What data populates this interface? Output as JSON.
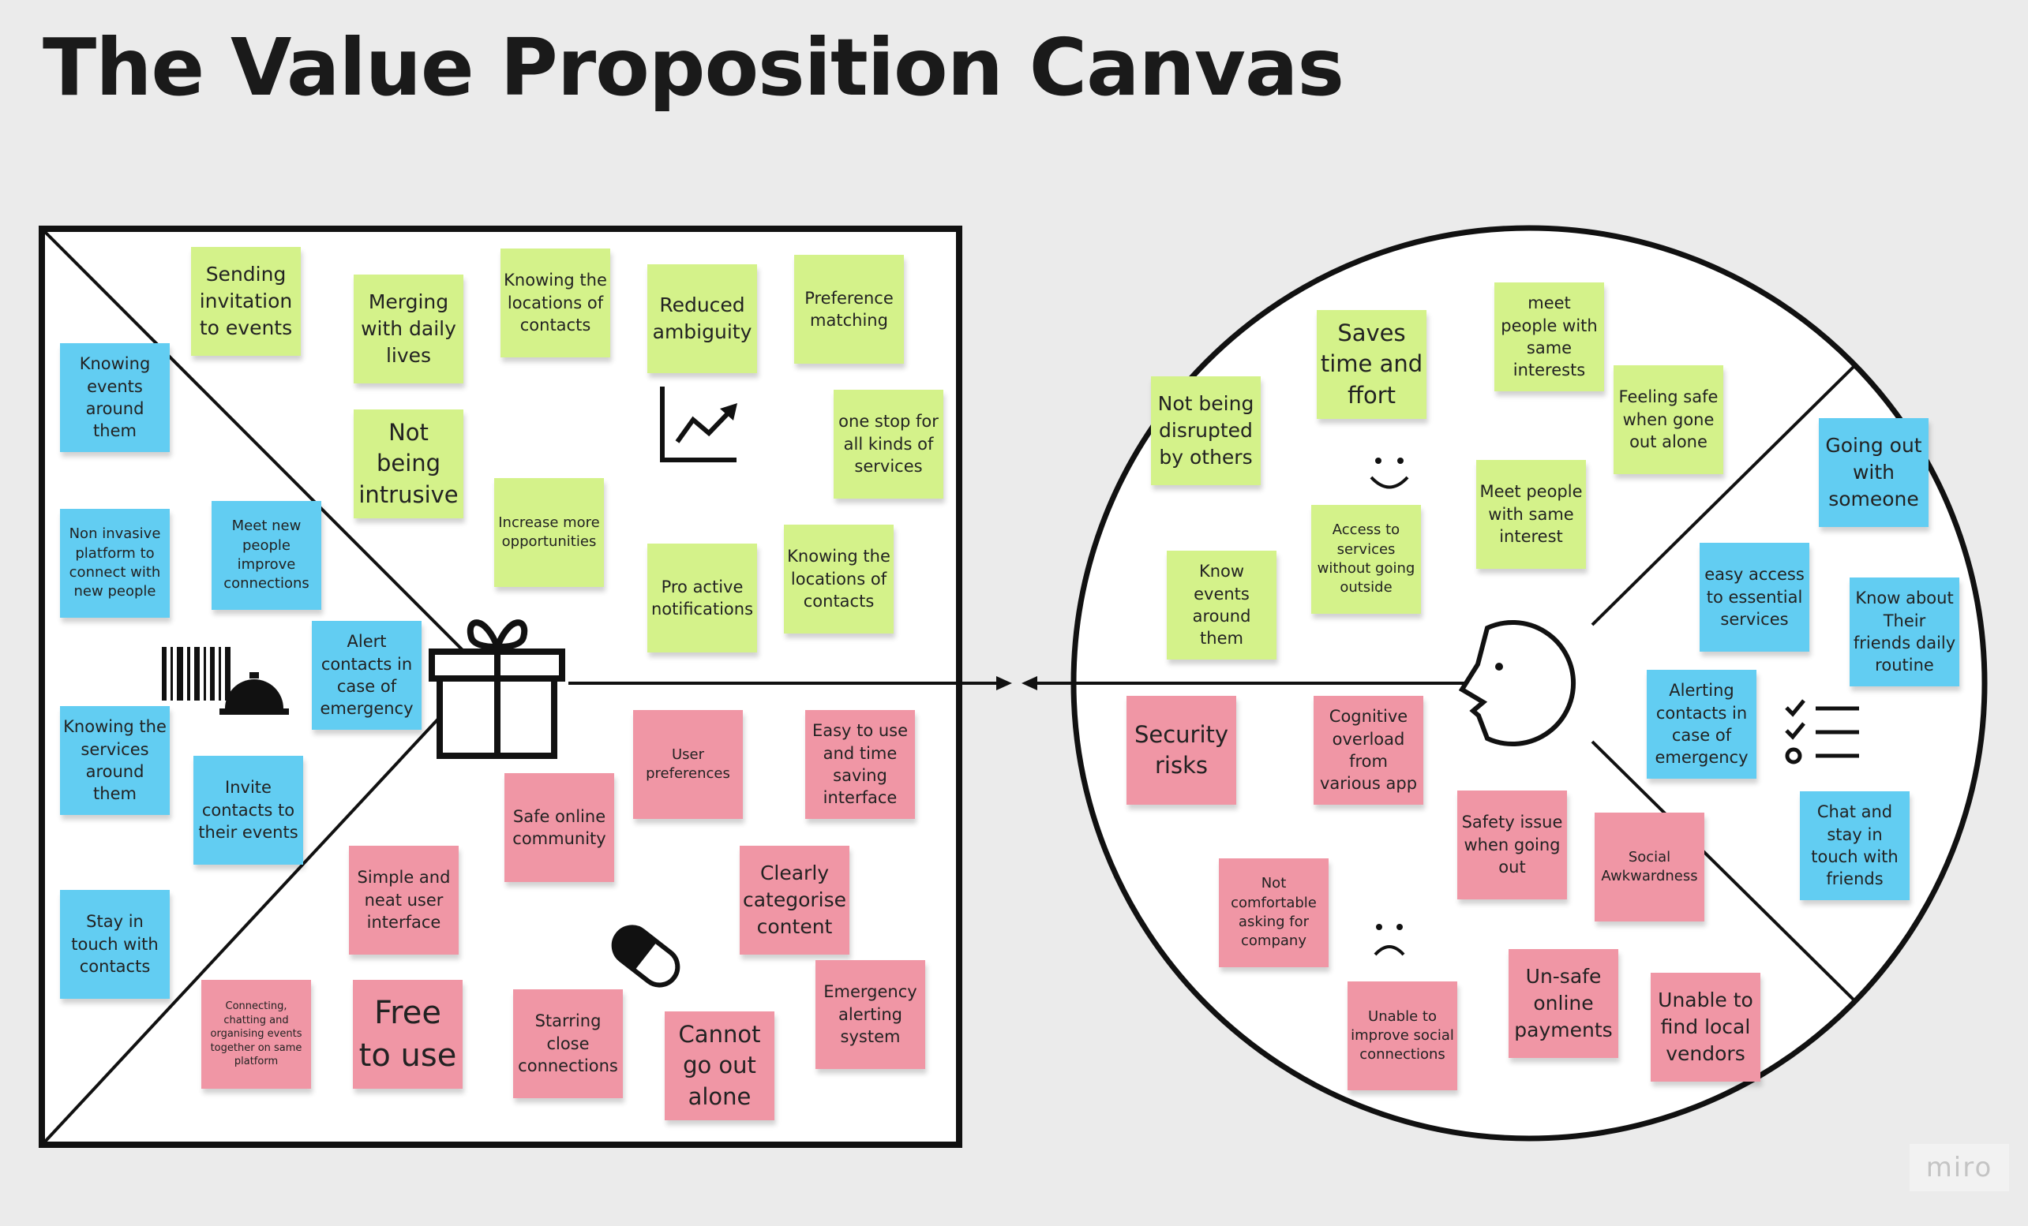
{
  "title": "The Value Proposition Canvas",
  "logo_text": "miro",
  "colors": {
    "gain": "#d4f28a",
    "job": "#62cdf2",
    "pain": "#f096a5",
    "background": "#ebebeb"
  },
  "icons": [
    "barcode-icon",
    "service-bell-icon",
    "gift-icon",
    "trend-chart-icon",
    "pill-icon",
    "face-icon",
    "smiley-icon",
    "frown-icon",
    "checklist-icon",
    "arrow-right-icon",
    "arrow-left-icon"
  ],
  "value_map": {
    "gain_creators": [
      "Sending invitation to events",
      "Merging with daily lives",
      "Knowing the locations of contacts",
      "Reduced ambiguity",
      "Preference matching",
      "Not being intrusive",
      "Increase more opportunities",
      "one stop for all kinds of services",
      "Pro active notifications",
      "Knowing the locations of contacts"
    ],
    "products_and_services": [
      "Knowing events around them",
      "Non invasive platform to connect with new people",
      "Meet new people improve connections",
      "Alert contacts in case of emergency",
      "Knowing the services around them",
      "Invite contacts to their events",
      "Stay in touch with contacts"
    ],
    "pain_relievers": [
      "User preferences",
      "Easy to use and time saving interface",
      "Safe online community",
      "Simple and neat user interface",
      "Clearly categorise content",
      "Emergency alerting system",
      "Connecting, chatting and organising events together on same platform",
      "Free to use",
      "Starring close connections",
      "Cannot go out alone"
    ]
  },
  "customer_profile": {
    "gains": [
      "Saves time and ffort",
      "meet people with same interests",
      "Not being disrupted by others",
      "Feeling safe when gone out alone",
      "Access to services without going outside",
      "Meet people with same interest",
      "Know events around them"
    ],
    "jobs": [
      "Going out with someone",
      "easy access to essential services",
      "Know about Their friends daily routine",
      "Alerting contacts in case of emergency",
      "Chat and stay in touch with friends"
    ],
    "pains": [
      "Security risks",
      "Cognitive overload from various app",
      "Safety issue when going out",
      "Social Awkwardness",
      "Not comfortable asking for company",
      "Unable to improve social connections",
      "Un-safe online payments",
      "Unable to find local vendors"
    ]
  }
}
